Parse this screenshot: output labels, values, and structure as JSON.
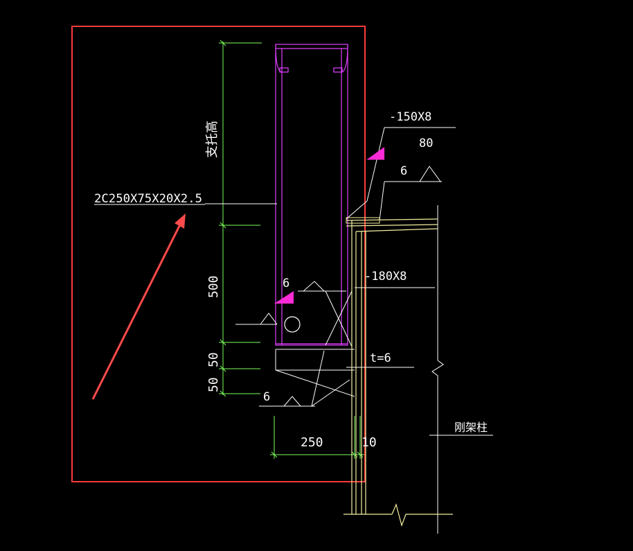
{
  "colors": {
    "background": "#000000",
    "highlight_box": "#ff3b3b",
    "dimension_lines": "#7dff5a",
    "purlin_section": "#e040ff",
    "column_lines": "#f3f0a0",
    "white_lines": "#ffffff",
    "weld_fill": "#ff2bd6",
    "arrow": "#ff4a4a"
  },
  "labels": {
    "purlin_spec": "2C250X75X20X2.5",
    "support_height": "支托高",
    "plate_top": "-150X8",
    "plate_top_len": "80",
    "weld_top": "6",
    "plate_mid": "-180X8",
    "weld_mid": "6",
    "weld_bottom": "6",
    "thickness": "t=6",
    "column_name": "刚架柱"
  },
  "dimensions": {
    "vertical": [
      "500",
      "50",
      "50"
    ],
    "horizontal": [
      "250",
      "10"
    ]
  },
  "icons": {
    "weld_flag": "weld-flag-icon",
    "bolt_hole": "bolt-hole-icon",
    "break_line": "break-line-icon",
    "pointer_arrow": "pointer-arrow-icon"
  }
}
